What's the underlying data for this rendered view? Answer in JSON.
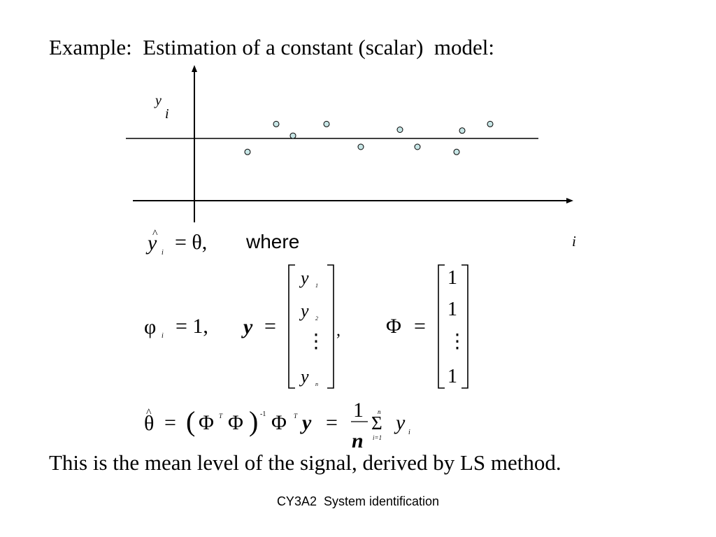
{
  "slide": {
    "title": "Example:  Estimation of a constant (scalar)  model:",
    "conclusion": "This is the mean level of the signal, derived by LS method.",
    "footer": "CY3A2  System identification"
  },
  "plot": {
    "y_axis_label": "y",
    "y_axis_subscript": "i",
    "x_axis_label": "i",
    "points": [
      {
        "i": 1,
        "y": -0.45
      },
      {
        "i": 2,
        "y": 0.48
      },
      {
        "i": 3,
        "y": 0.09
      },
      {
        "i": 4,
        "y": 0.48
      },
      {
        "i": 5,
        "y": -0.28
      },
      {
        "i": 6,
        "y": 0.29
      },
      {
        "i": 7,
        "y": -0.28
      },
      {
        "i": 8,
        "y": -0.45
      },
      {
        "i": 9,
        "y": 0.26
      },
      {
        "i": 10,
        "y": 0.48
      }
    ],
    "point_fill": "#c7e6e6"
  },
  "equations": {
    "estimate_y": "y",
    "estimate_sub": "i",
    "estimate_eq": "= θ,",
    "where": "where",
    "phi": "φ",
    "phi_sub": "i",
    "phi_eq": "= 1,",
    "y_bold": "y",
    "equals": "=",
    "comma": ",",
    "Phi": "Φ",
    "y_vector": [
      {
        "base": "y",
        "sub": "1"
      },
      {
        "base": "y",
        "sub": "2"
      },
      {
        "base": "⋮",
        "sub": ""
      },
      {
        "base": "y",
        "sub": "n"
      }
    ],
    "Phi_vector": [
      "1",
      "1",
      "⋮",
      "1"
    ],
    "theta_hat": "θ",
    "open_paren": "(",
    "close_paren": ")",
    "T": "T",
    "minus_one": "-1",
    "one": "1",
    "n": "n",
    "sigma": "Σ",
    "sum_upper": "n",
    "sum_lower": "i=1",
    "sum_y": "y",
    "sum_sub": "i"
  }
}
